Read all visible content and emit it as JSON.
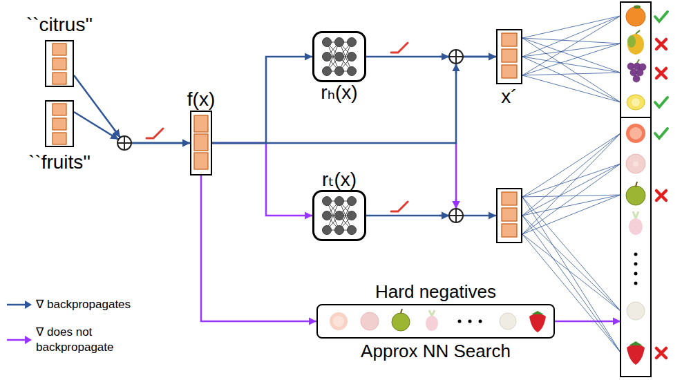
{
  "diagram": {
    "nodes": [
      {
        "text": [
          "``citrus''"
        ]
      },
      {
        "text": [
          "``fruits''"
        ]
      },
      {
        "text": [
          "f(x)"
        ]
      },
      {
        "text": [
          "rₕ(x)"
        ]
      },
      {
        "text": [
          "x´"
        ]
      },
      {
        "text": [
          "rₜ(x)"
        ]
      },
      {
        "text": [
          "Hard negatives",
          "Approx NN Search"
        ]
      }
    ],
    "edges": [
      {
        "from": 0,
        "to": 2,
        "arrow": "to"
      },
      {
        "from": 1,
        "to": 2,
        "arrow": "to"
      },
      {
        "from": 2,
        "to": 3,
        "arrow": "to"
      },
      {
        "from": 2,
        "to": 5,
        "arrow": "to"
      },
      {
        "from": 3,
        "to": 4,
        "arrow": "to"
      },
      {
        "from": 2,
        "to": 4,
        "arrow": "to"
      },
      {
        "from": 2,
        "to": 6,
        "arrow": "to"
      }
    ],
    "legend": [
      {
        "text": "∇ backpropagates"
      },
      {
        "text": "∇ does not backpropagate"
      }
    ]
  }
}
